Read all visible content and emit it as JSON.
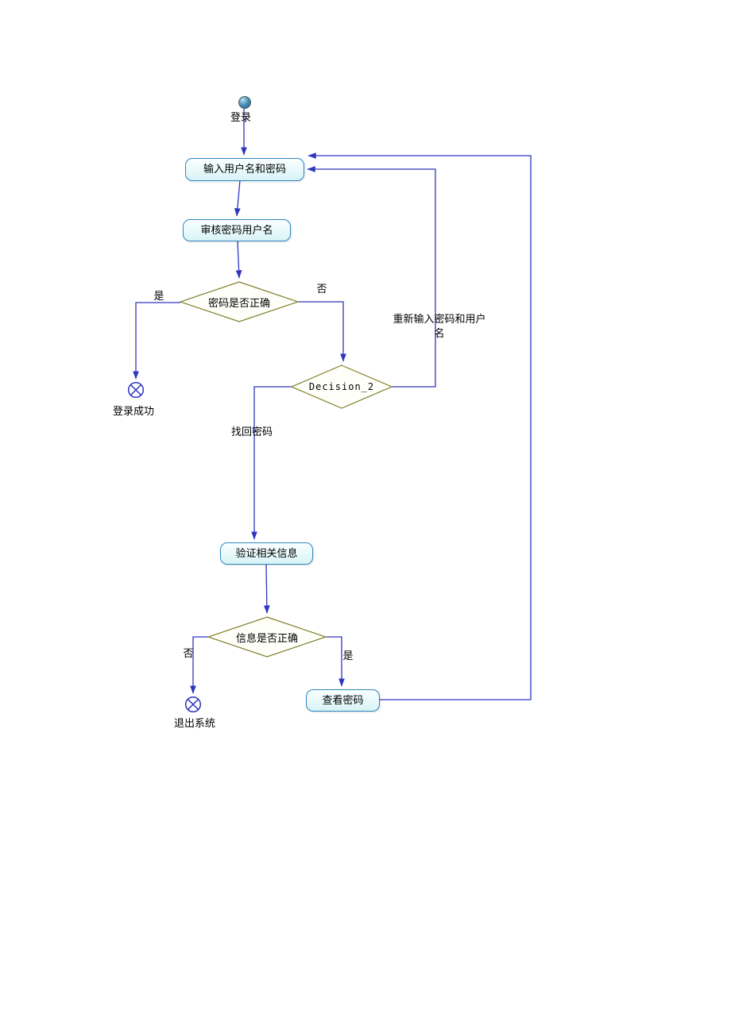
{
  "diagram_type": "uml-activity-flowchart",
  "start": {
    "label": "登录"
  },
  "boxes": {
    "input_credentials": {
      "label": "输入用户名和密码"
    },
    "audit_credentials": {
      "label": "审核密码用户名"
    },
    "verify_info": {
      "label": "验证相关信息"
    },
    "view_password": {
      "label": "查看密码"
    }
  },
  "decisions": {
    "password_correct": {
      "label": "密码是否正确"
    },
    "decision_2": {
      "label": "Decision_2"
    },
    "info_correct": {
      "label": "信息是否正确"
    }
  },
  "ends": {
    "login_success": {
      "label": "登录成功"
    },
    "exit_system": {
      "label": "退出系统"
    }
  },
  "edge_labels": {
    "yes_1": "是",
    "no_1": "否",
    "reenter": "重新输入密码和用户名",
    "retrieve_password": "找回密码",
    "no_2": "否",
    "yes_2": "是"
  },
  "colors": {
    "arrow": "#2f35bd",
    "box_border": "#2e86c1",
    "box_fill": "#d8f3f6",
    "diamond_border": "#7f7f2a",
    "start_node": "#1c5e86",
    "end_node_stroke": "#2f35bd"
  }
}
